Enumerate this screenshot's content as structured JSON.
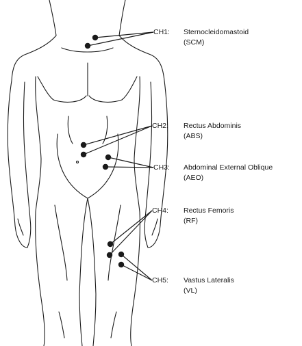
{
  "figure": {
    "type": "anatomical-electrode-placement",
    "subject": "front-view-body-outline"
  },
  "channels": [
    {
      "id": "CH1:",
      "muscle": "Sternocleidomastoid",
      "abbr": "(SCM)"
    },
    {
      "id": "CH2:",
      "muscle": "Rectus Abdominis",
      "abbr": "(ABS)"
    },
    {
      "id": "CH3:",
      "muscle": "Abdominal External Oblique",
      "abbr": "(AEO)"
    },
    {
      "id": "CH4:",
      "muscle": "Rectus Femoris",
      "abbr": "(RF)"
    },
    {
      "id": "CH5:",
      "muscle": "Vastus Lateralis",
      "abbr": "(VL)"
    }
  ],
  "colors": {
    "ink": "#1a1a1a",
    "background": "#ffffff"
  }
}
